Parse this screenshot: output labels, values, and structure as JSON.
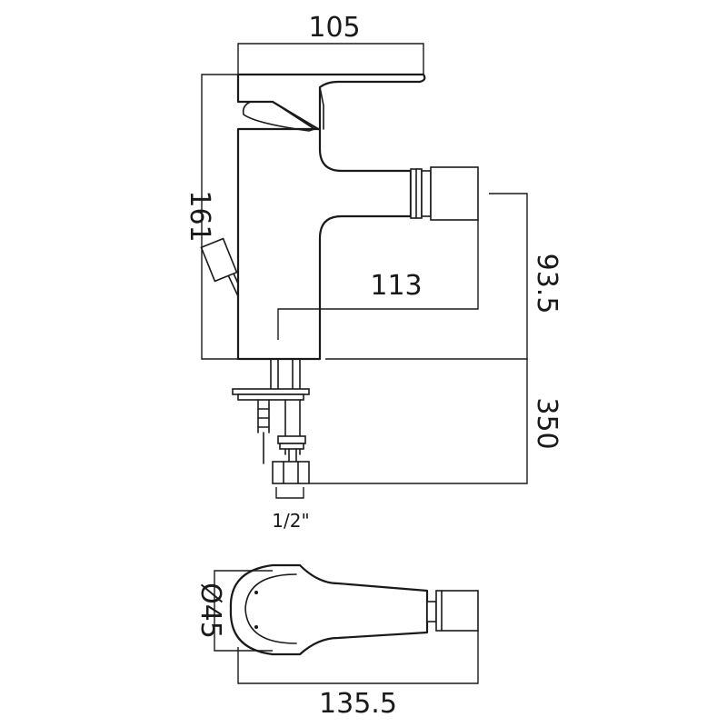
{
  "dimensions": {
    "top_width": "105",
    "height": "161",
    "spout_reach": "113",
    "spout_height": "93.5",
    "hose_length": "350",
    "connection": "1/2\"",
    "base_diameter": "Ø45",
    "overall_length": "135.5"
  }
}
